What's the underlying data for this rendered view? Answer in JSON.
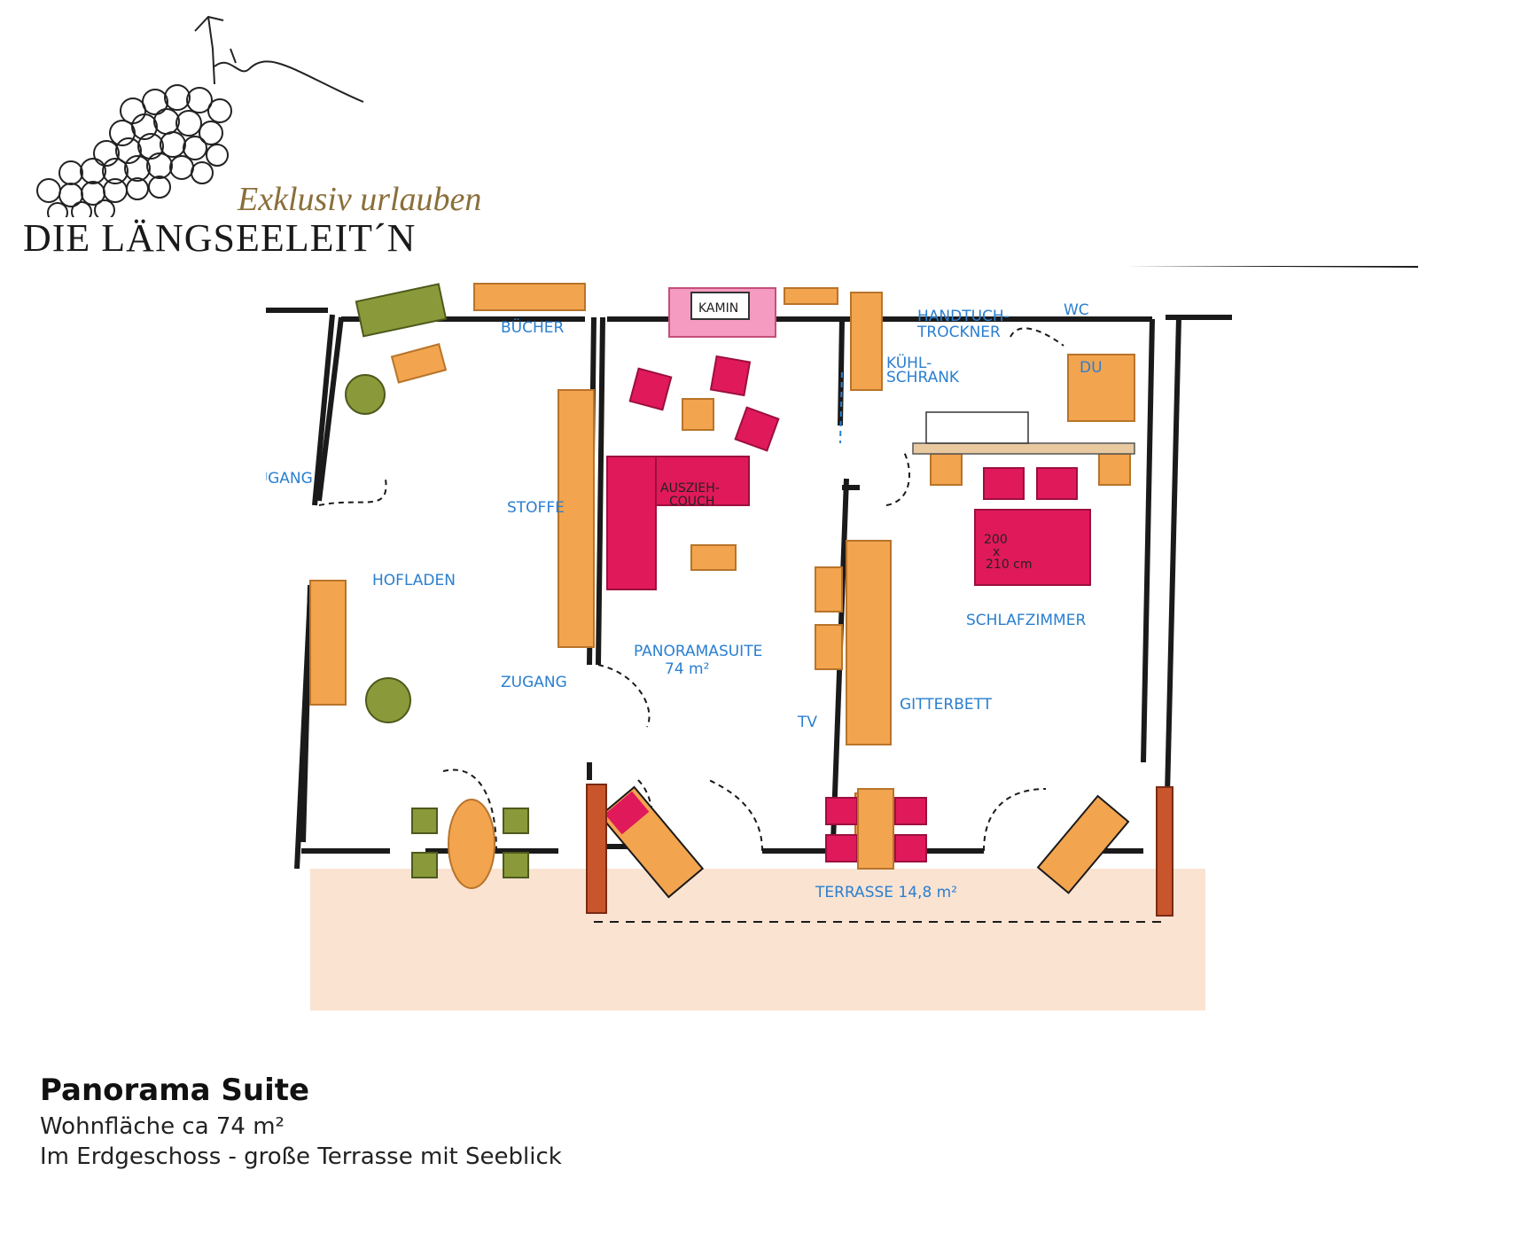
{
  "brand": {
    "tagline": "Exklusiv urlauben",
    "name": "DIE LÄNGSEELEIT´N"
  },
  "plan": {
    "labels": {
      "buecher": "BÜCHER",
      "kamin": "KAMIN",
      "handtuchtrockner_1": "HANDTUCH-",
      "handtuchtrockner_2": "TROCKNER",
      "wc": "WC",
      "du": "DU",
      "kuehlschrank_1": "KÜHL-",
      "kuehlschrank_2": "SCHRANK",
      "zugang_left": "ZUGANG",
      "stoffe": "STOFFE",
      "ausziehcouch_1": "AUSZIEH-",
      "ausziehcouch_2": "COUCH",
      "bed_1": "200",
      "bed_2": "x",
      "bed_3": "210 cm",
      "hofladen": "HOFLADEN",
      "schlafzimmer": "SCHLAFZIMMER",
      "panoramasuite": "PANORAMASUITE",
      "suite_area": "74 m²",
      "zugang_mid": "ZUGANG",
      "tv": "TV",
      "gitterbett": "GITTERBETT",
      "terrasse": "TERRASSE 14,8 m²"
    },
    "colors": {
      "wall": "#1a1a1a",
      "wood": "#f2a44f",
      "magenta": "#e0195b",
      "olive": "#8a9a3a",
      "terrace": "#fbe3d2",
      "pink": "#f59ac0",
      "brick": "#c8552c",
      "label": "#2a7fd0"
    }
  },
  "caption": {
    "title": "Panorama Suite",
    "line1": "Wohnfläche ca 74 m²",
    "line2": "Im Erdgeschoss - große Terrasse mit Seeblick"
  }
}
